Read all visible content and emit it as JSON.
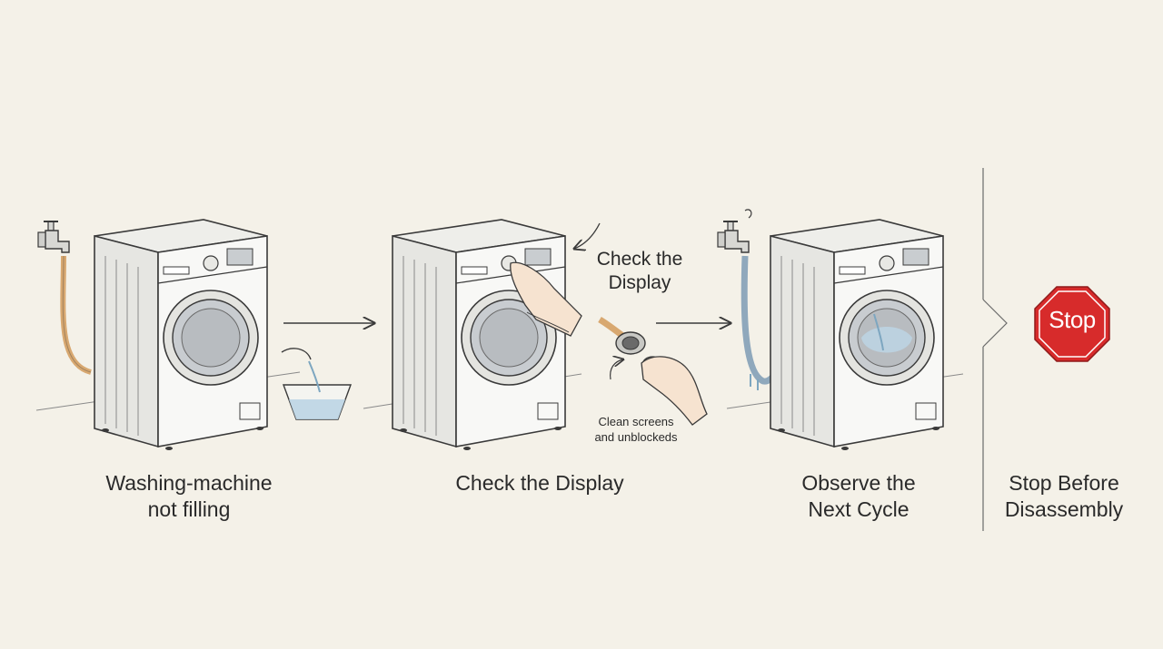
{
  "steps": [
    {
      "caption_lines": [
        "Washing-machine",
        "not filling"
      ]
    },
    {
      "caption_lines": [
        "Check the Display"
      ]
    },
    {
      "caption_lines": [
        "Observe the",
        "Next Cycle"
      ]
    },
    {
      "caption_lines": [
        "Stop Before",
        "Disassembly"
      ]
    }
  ],
  "annotations": {
    "display_note": [
      "Check the",
      "Display"
    ],
    "screen_note": [
      "Clean screens",
      "and unblockeds"
    ]
  },
  "stop_sign": {
    "text": "Stop",
    "color": "#d72b2b"
  },
  "colors": {
    "background": "#f4f1e8",
    "line": "#3a3a3a",
    "machine_body": "#f6f6f4",
    "hose_orange": "#d8a870",
    "hose_blue": "#8fa8bc",
    "water": "#bcd5e4"
  },
  "icons": [
    "faucet-icon",
    "washing-machine-icon",
    "bucket-icon",
    "hand-icon",
    "filter-screen-icon",
    "stop-sign-icon",
    "arrow-right-icon"
  ]
}
